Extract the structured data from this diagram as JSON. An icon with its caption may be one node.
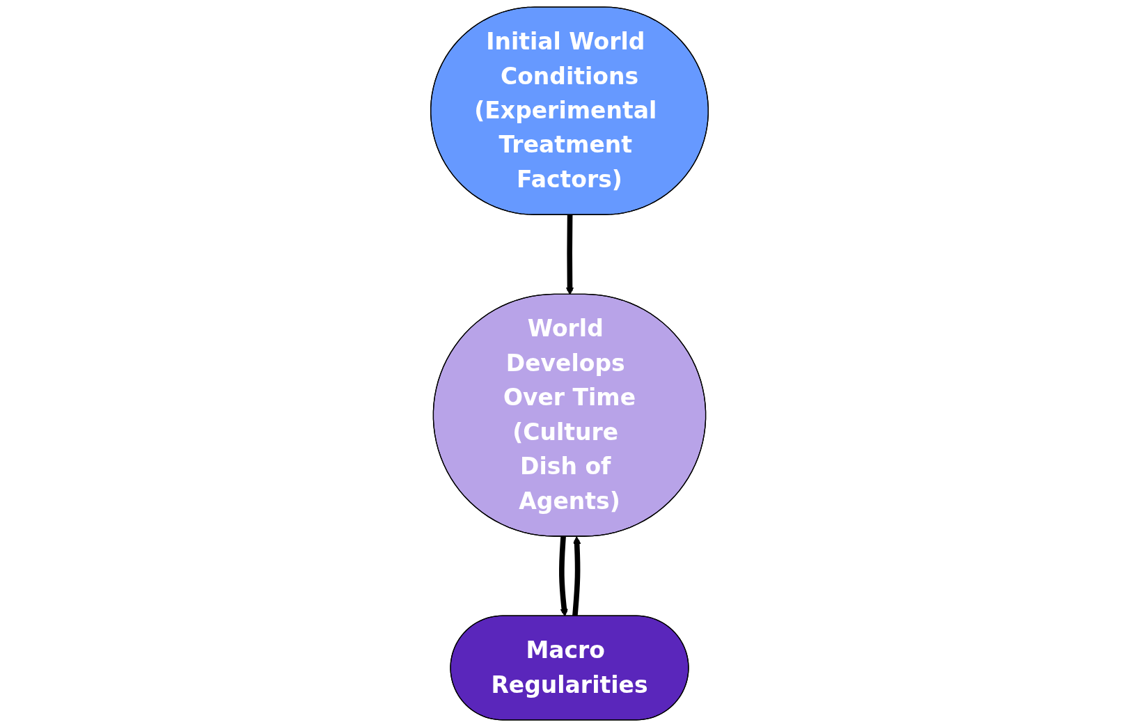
{
  "diagram": {
    "nodes": [
      {
        "text": [
          "Initial World Conditions",
          "(Experimental Treatment Factors)"
        ]
      },
      {
        "text": [
          "World Develops Over Time",
          "(Culture Dish of Agents)"
        ]
      },
      {
        "text": [
          "Macro Regularities"
        ]
      }
    ],
    "edges": [
      {
        "from": 0,
        "to": 1,
        "arrow": "to"
      },
      {
        "from": 1,
        "to": 2,
        "arrow": "to"
      },
      {
        "from": 2,
        "to": 1,
        "arrow": "to"
      }
    ]
  }
}
